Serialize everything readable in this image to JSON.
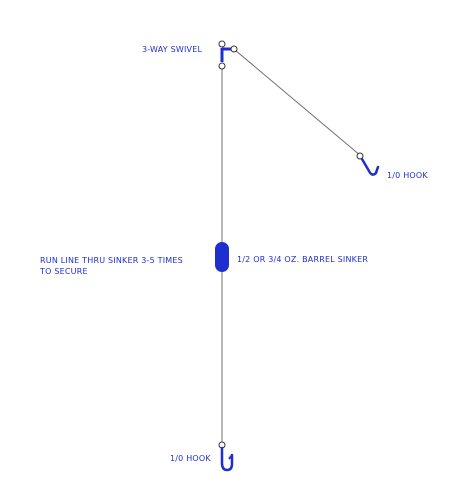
{
  "diagram": {
    "colors": {
      "background": "#ffffff",
      "line": "#707070",
      "hardware": "#1f2fcf",
      "text": "#1f2fcf"
    },
    "labels": {
      "swivel": "3-WAY SWIVEL",
      "upper_hook": "1/0 HOOK",
      "run_line": "RUN LINE THRU SINKER 3-5 TIMES",
      "to_secure": "TO SECURE",
      "sinker": "1/2 OR 3/4 OZ. BARREL SINKER",
      "lower_hook": "1/0 HOOK"
    }
  }
}
